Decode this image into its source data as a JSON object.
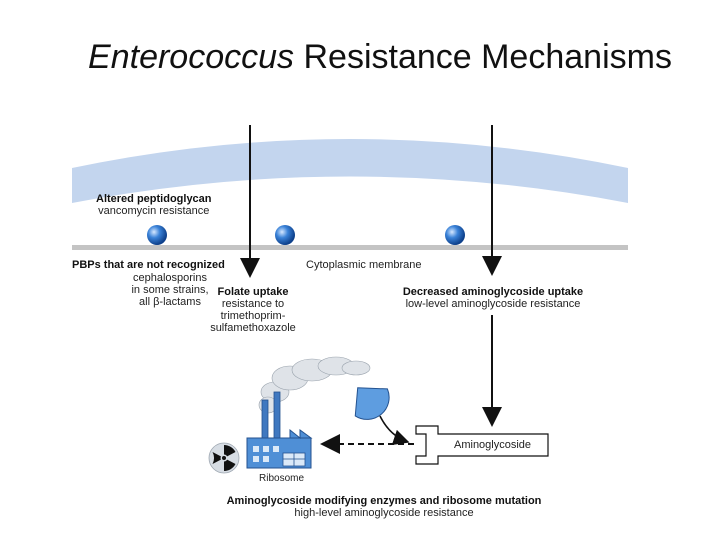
{
  "title": {
    "italic": "Enterococcus",
    "rest": " Resistance Mechanisms"
  },
  "labels": {
    "altered_pg": {
      "head": "Altered peptidoglycan",
      "sub": "vancomycin resistance"
    },
    "pbps": {
      "head": "PBPs that are not recognized",
      "l1": "cephalosporins",
      "l2": "in some strains,",
      "l3": "all β-lactams"
    },
    "membrane": "Cytoplasmic membrane",
    "folate": {
      "head": "Folate uptake",
      "l1": "resistance to",
      "l2": "trimethoprim-",
      "l3": "sulfamethoxazole"
    },
    "decreased_ag": {
      "head": "Decreased aminoglycoside uptake",
      "sub": "low-level aminoglycoside resistance"
    },
    "aminoglycoside": "Aminoglycoside",
    "ribosome": "Ribosome",
    "modifying": {
      "head": "Aminoglycoside modifying enzymes and ribosome mutation",
      "sub": "high-level aminoglycoside resistance"
    }
  },
  "colors": {
    "cell_wall": "#c3d5ee",
    "membrane": "#bfbfbf",
    "sphere": "#2f6fc4",
    "factory": "#4f8fd6",
    "enzyme": "#5e9de0"
  }
}
